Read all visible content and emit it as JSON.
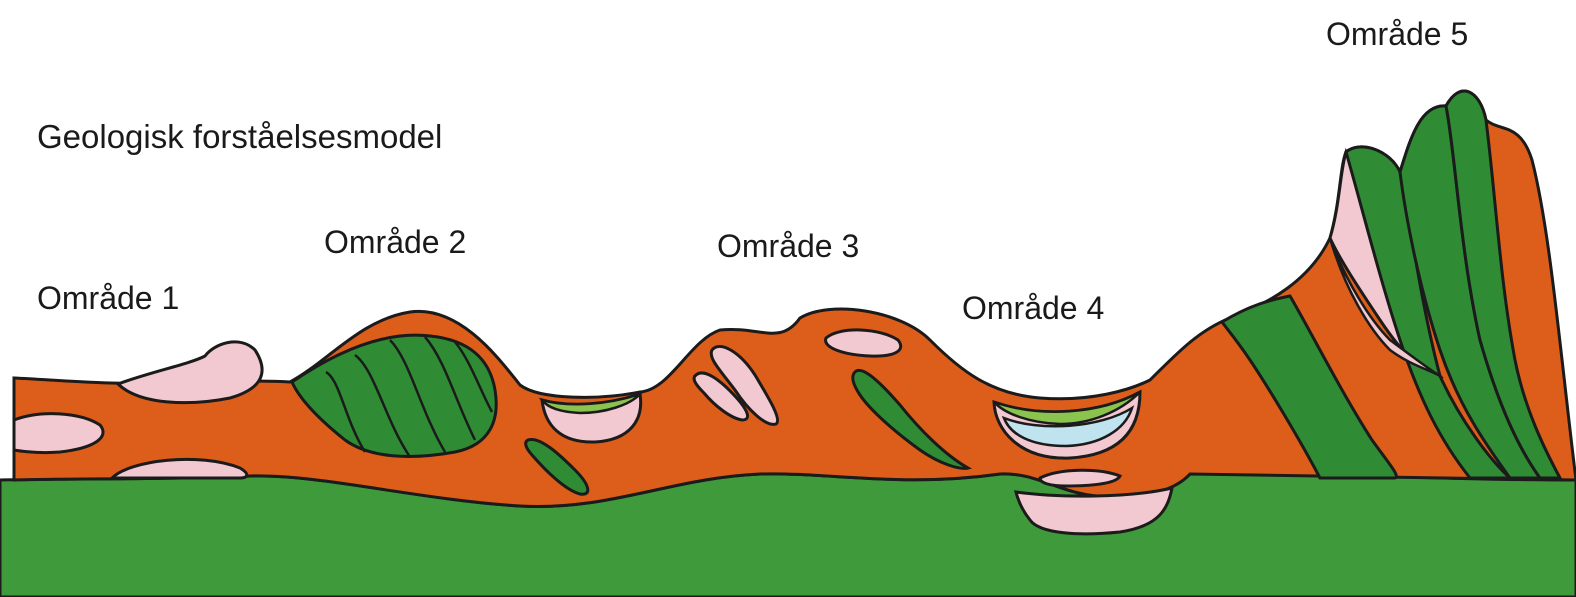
{
  "diagram": {
    "title": "Geologisk forståelsesmodel",
    "areas": [
      {
        "label": "Område 1"
      },
      {
        "label": "Område 2"
      },
      {
        "label": "Område 3"
      },
      {
        "label": "Område 4"
      },
      {
        "label": "Område 5"
      }
    ]
  },
  "colors": {
    "bedrock_green": "#3f9a3c",
    "dark_green": "#2f8c35",
    "orange": "#dd5d1b",
    "pink": "#f2c8d1",
    "light_green": "#8bc34f",
    "light_blue": "#bfe4ef",
    "outline": "#1b1b1b",
    "background": "#ffffff"
  }
}
